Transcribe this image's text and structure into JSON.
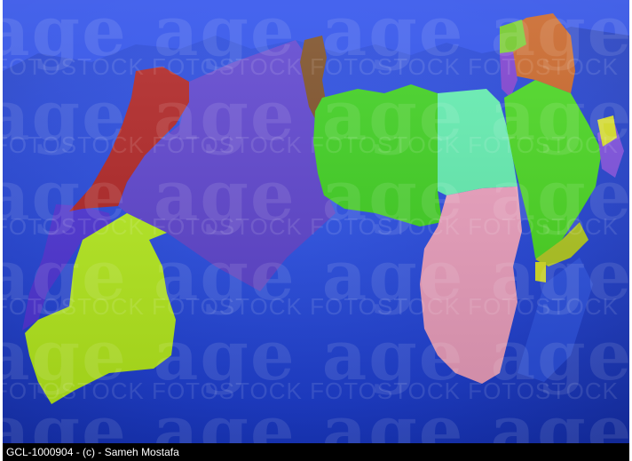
{
  "image": {
    "caption": "GCL-1000904 - (c) - Sameh Mostafa",
    "watermark_logo": "age",
    "watermark_text": "FOTOSTOCK"
  },
  "map": {
    "background_color": "#1f3fd6",
    "regions": [
      {
        "id": "morocco",
        "color": "#b01e1e"
      },
      {
        "id": "algeria",
        "color": "#5a3fd0"
      },
      {
        "id": "tunisia",
        "color": "#7a4a20"
      },
      {
        "id": "libya",
        "color": "#3ad21a"
      },
      {
        "id": "egypt",
        "color": "#5ff0b0"
      },
      {
        "id": "sudan",
        "color": "#f0a0c0"
      },
      {
        "id": "mauritania",
        "color": "#b8f01a"
      },
      {
        "id": "western-sahara",
        "color": "#4a2fd8"
      },
      {
        "id": "syria",
        "color": "#c86020"
      },
      {
        "id": "lebanon",
        "color": "#7a3ad0"
      },
      {
        "id": "jordan",
        "color": "#5fe070"
      },
      {
        "id": "saudi-arabia",
        "color": "#44d81a"
      },
      {
        "id": "yemen",
        "color": "#b0c81a"
      },
      {
        "id": "djibouti",
        "color": "#d8e020"
      }
    ]
  }
}
